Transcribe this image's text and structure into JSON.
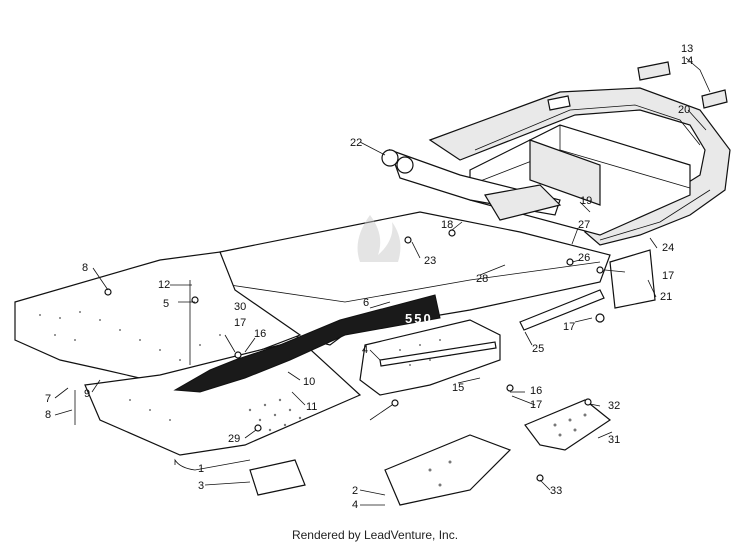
{
  "footer": {
    "credit": "Rendered by LeadVenture, Inc."
  },
  "decal": {
    "text": "550"
  },
  "callouts": [
    "1",
    "2",
    "3",
    "4",
    "4",
    "5",
    "6",
    "7",
    "8",
    "8",
    "9",
    "10",
    "11",
    "12",
    "13",
    "14",
    "15",
    "16",
    "16",
    "17",
    "17",
    "17",
    "17",
    "18",
    "19",
    "20",
    "21",
    "22",
    "23",
    "24",
    "25",
    "26",
    "27",
    "28",
    "29",
    "30",
    "31",
    "32",
    "33"
  ],
  "watermark": {
    "logo": "leadventure-flame-logo"
  }
}
